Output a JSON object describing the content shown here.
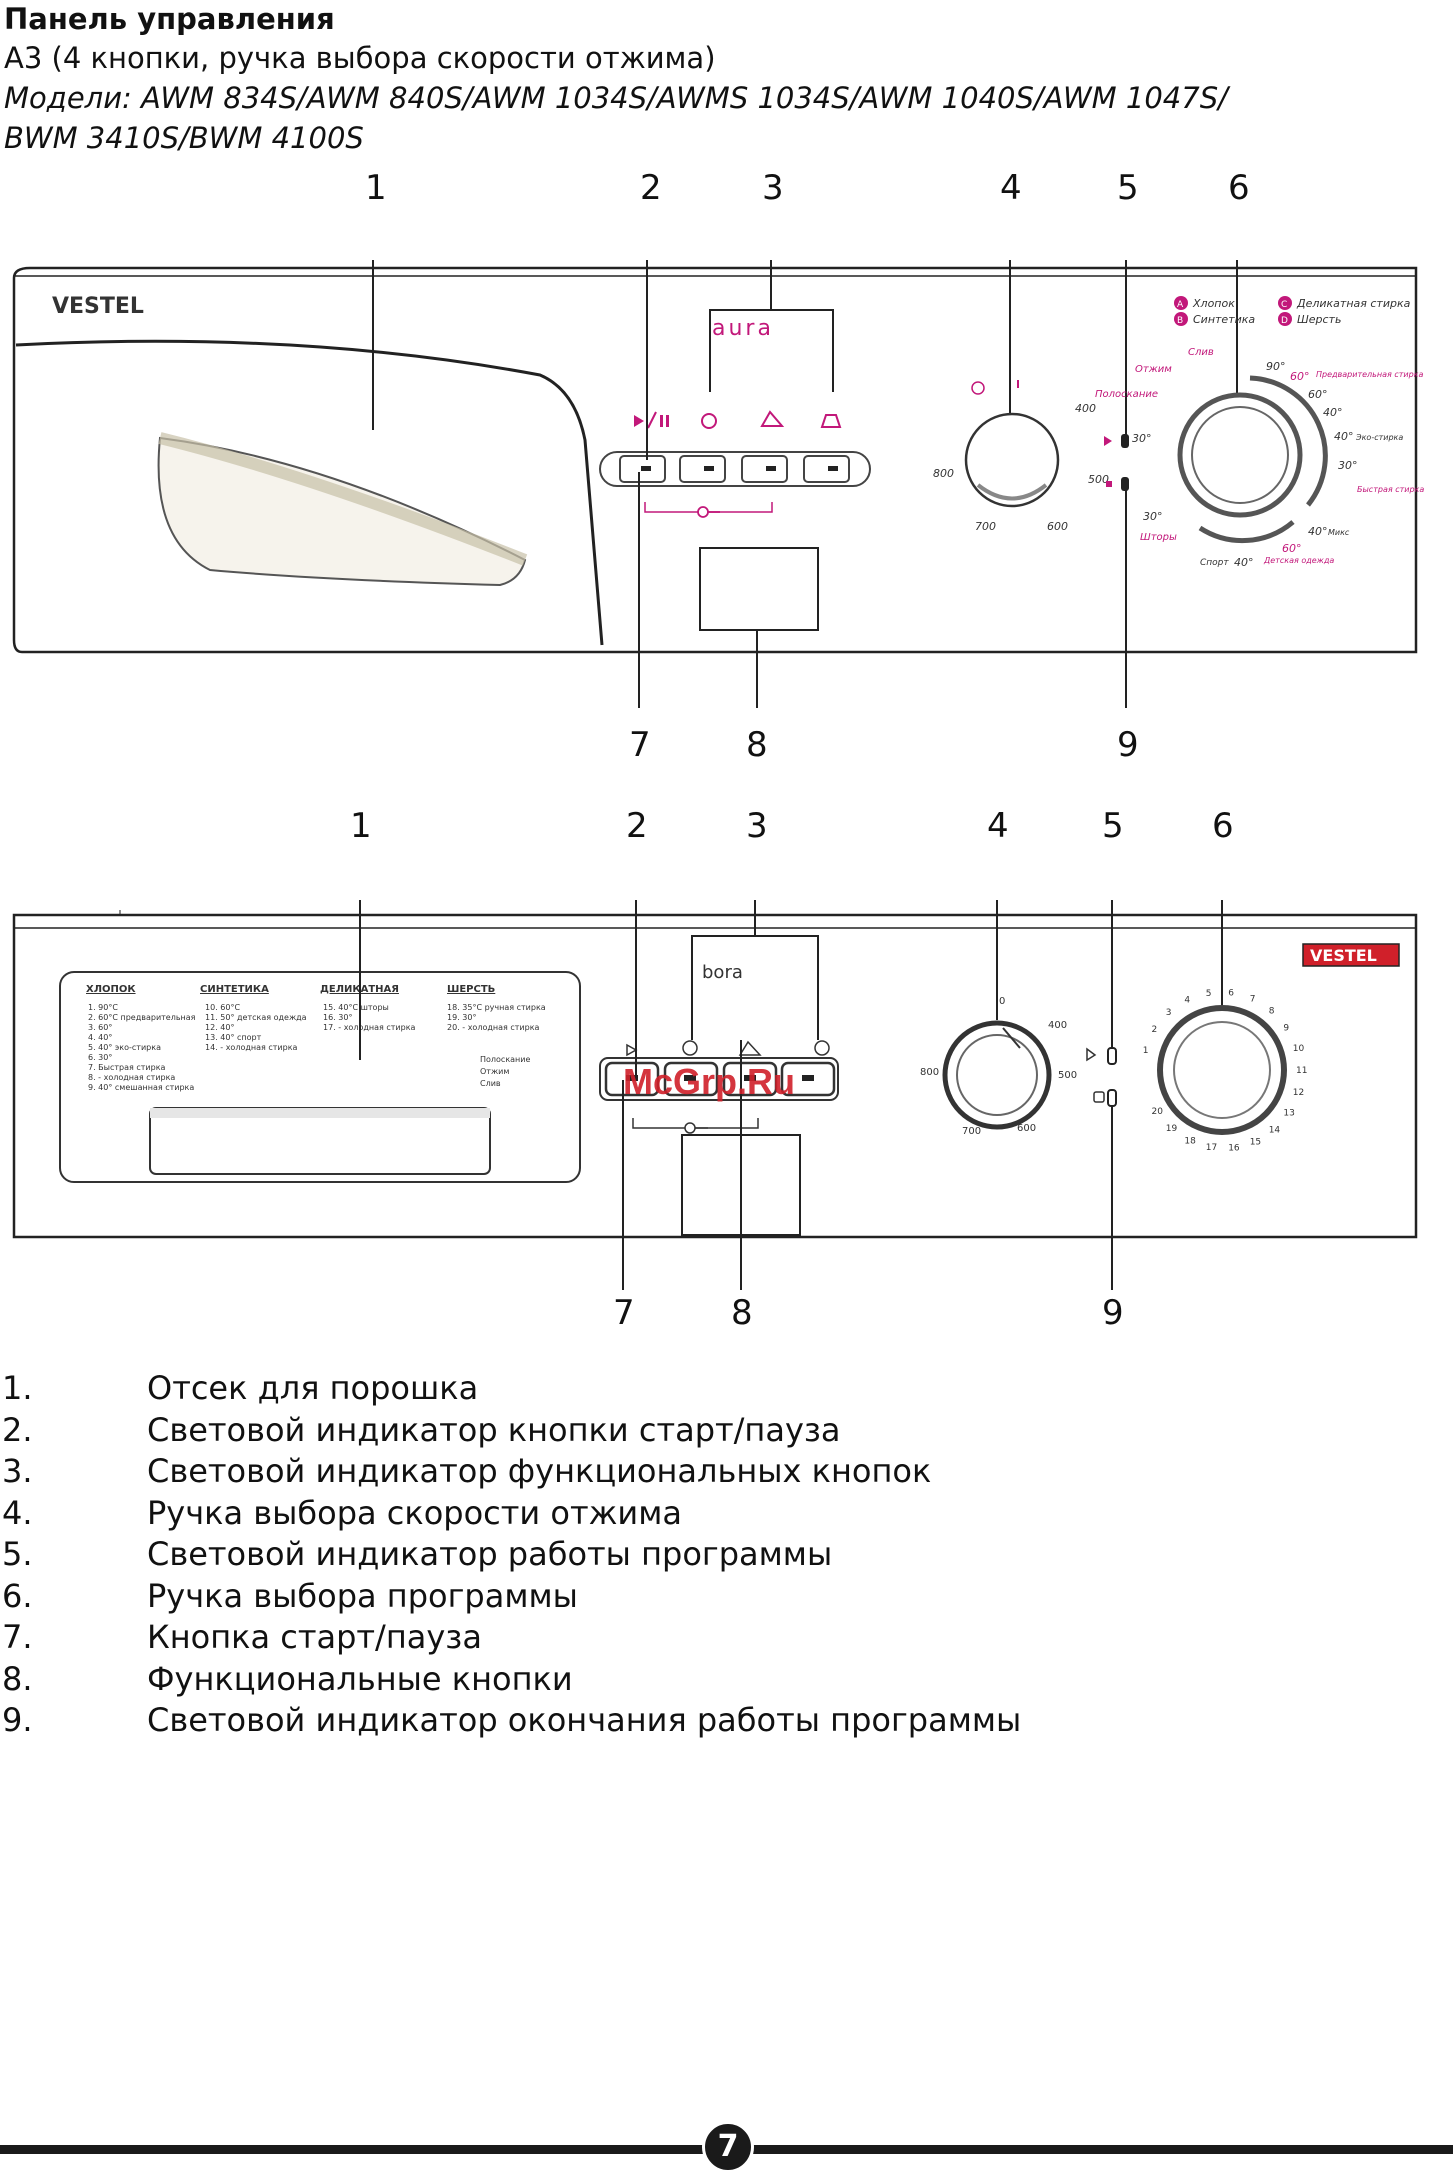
{
  "header": {
    "title": "Панель управления",
    "subtitle": "А3 (4 кнопки, ручка выбора скорости отжима)",
    "models_line1": "Модели: AWM 834S/AWM 840S/AWM 1034S/AWMS 1034S/AWM 1040S/AWM 1047S/",
    "models_line2": "BWM 3410S/BWM 4100S"
  },
  "panel1": {
    "brand": "VESTEL",
    "series": "aura",
    "callouts_top": [
      "1",
      "2",
      "3",
      "4",
      "5",
      "6"
    ],
    "callouts_bottom": [
      "7",
      "8",
      "9"
    ],
    "spin_speeds": [
      "400",
      "800",
      "500",
      "700",
      "600"
    ],
    "legend_letters": [
      "A",
      "B",
      "C",
      "D"
    ],
    "legend_labels": [
      "Хлопок",
      "Синтетика",
      "Деликатная стирка",
      "Шерсть"
    ],
    "dial_labels": {
      "drain": "Слив",
      "spin": "Отжим",
      "rinse": "Полоскание",
      "t90": "90°",
      "t60a": "60°",
      "prewash": "Предварительная стирка",
      "t60b": "60°",
      "t40a": "40°",
      "t40eco": "40°",
      "eco": "Эко-стирка",
      "t30a": "30°",
      "quick": "Быстрая стирка",
      "t40mix": "40°",
      "mix": "Микс",
      "t60kids": "60°",
      "kids": "Детская одежда",
      "sport": "Спорт",
      "t40sport": "40°",
      "curtains": "Шторы",
      "t30b": "30°",
      "t30c": "30°"
    }
  },
  "panel2": {
    "brand": "VESTEL",
    "series": "bora",
    "callouts_top": [
      "1",
      "2",
      "3",
      "4",
      "5",
      "6"
    ],
    "callouts_bottom": [
      "7",
      "8",
      "9"
    ],
    "spin_speeds": [
      "0",
      "400",
      "500",
      "600",
      "700",
      "800"
    ],
    "prog_numbers": [
      "1",
      "2",
      "3",
      "4",
      "5",
      "6",
      "7",
      "8",
      "9",
      "10",
      "11",
      "12",
      "13",
      "14",
      "15",
      "16",
      "17",
      "18",
      "19",
      "20"
    ],
    "tray_headers": [
      "ХЛОПОК",
      "СИНТЕТИКА",
      "ДЕЛИКАТНАЯ",
      "ШЕРСТЬ"
    ],
    "tray_col1": [
      "1.  90°C",
      "2.  60°C предварительная",
      "3.  60°",
      "4.  40°",
      "5.  40° эко-стирка",
      "6.  30°",
      "7.  Быстрая стирка",
      "8.   -   холодная стирка",
      "9.  40° смешанная стирка"
    ],
    "tray_col2": [
      "10.  60°C",
      "11.  50° детская одежда",
      "12.  40°",
      "13.  40° спорт",
      "14.   -   холодная стирка"
    ],
    "tray_col3": [
      "15.  40°C шторы",
      "16.  30°",
      "17.   -   холодная стирка"
    ],
    "tray_col4": [
      "18.  35°C ручная стирка",
      "19.  30°",
      "20.   -   холодная стирка"
    ],
    "tray_extra": [
      "Полоскание",
      "Отжим",
      "Слив"
    ],
    "watermark": "McGrp.Ru"
  },
  "legend": [
    {
      "n": "1.",
      "text": "Отсек для порошка"
    },
    {
      "n": "2.",
      "text": "Световой индикатор кнопки старт/пауза"
    },
    {
      "n": "3.",
      "text": "Световой индикатор функциональных кнопок"
    },
    {
      "n": "4.",
      "text": "Ручка выбора скорости отжима"
    },
    {
      "n": "5.",
      "text": "Световой индикатор работы программы"
    },
    {
      "n": "6.",
      "text": "Ручка выбора программы"
    },
    {
      "n": "7.",
      "text": "Кнопка старт/пауза"
    },
    {
      "n": "8.",
      "text": "Функциональные кнопки"
    },
    {
      "n": "9.",
      "text": "Световой индикатор окончания работы программы"
    }
  ],
  "page_number": "7",
  "colors": {
    "accent": "#c2187a",
    "line": "#1a1a1a"
  }
}
